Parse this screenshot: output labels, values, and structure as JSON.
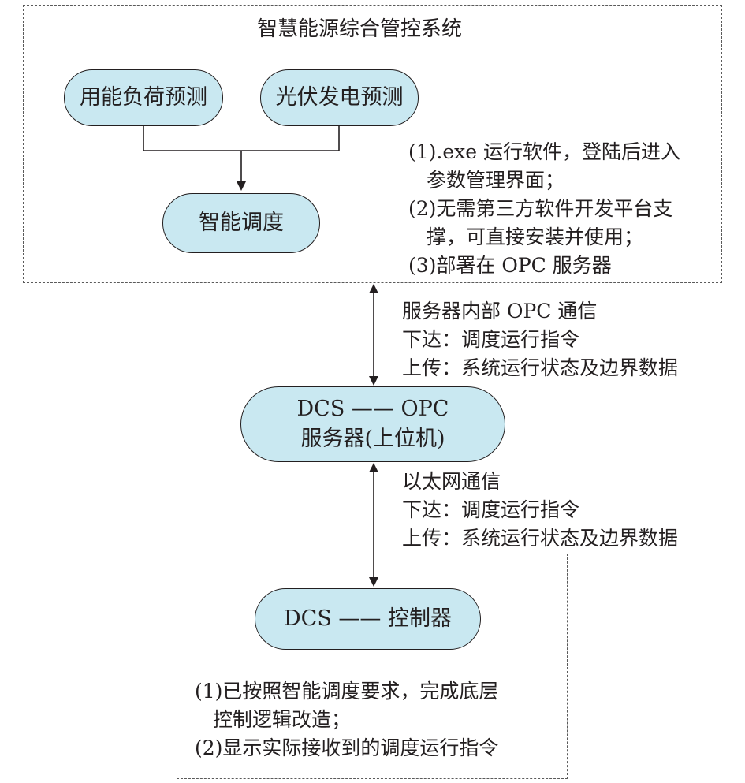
{
  "top_system": {
    "title": "智慧能源综合管控系统",
    "node_load_forecast": "用能负荷预测",
    "node_pv_forecast": "光伏发电预测",
    "node_dispatch": "智能调度",
    "notes": [
      "(1).exe 运行软件，登陆后进入",
      "参数管理界面；",
      "(2)无需第三方软件开发平台支",
      "撑，可直接安装并使用；",
      "(3)部署在 OPC 服务器"
    ]
  },
  "link_upper": {
    "lines": [
      "服务器内部 OPC 通信",
      "下达：调度运行指令",
      "上传：系统运行状态及边界数据"
    ]
  },
  "opc_server": {
    "line1": "DCS —— OPC",
    "line2": "服务器(上位机)"
  },
  "link_lower": {
    "lines": [
      "以太网通信",
      "下达：调度运行指令",
      "上传：系统运行状态及边界数据"
    ]
  },
  "dcs_controller": {
    "label": "DCS —— 控制器",
    "notes": [
      "(1)已按照智能调度要求，完成底层",
      "控制逻辑改造；",
      "(2)显示实际接收到的调度运行指令"
    ]
  }
}
